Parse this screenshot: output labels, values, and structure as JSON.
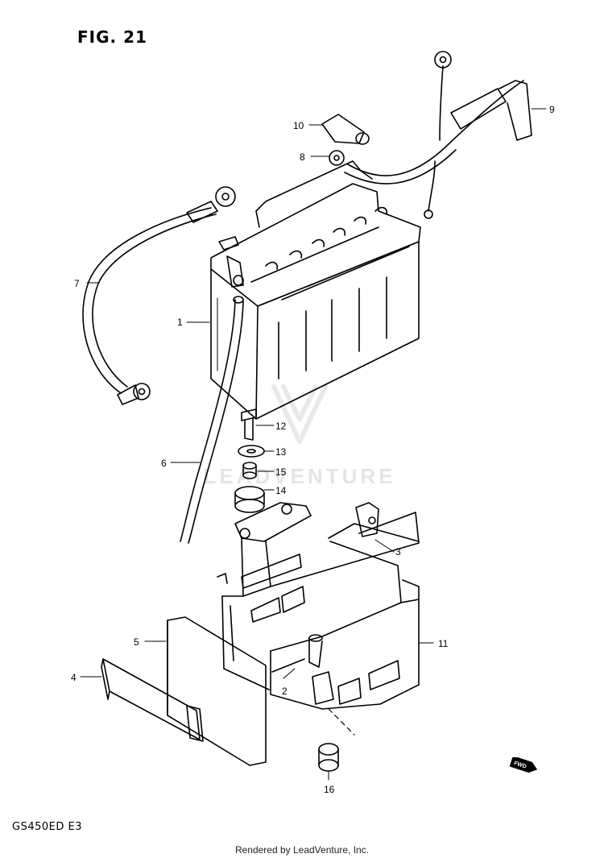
{
  "figure": {
    "title": "FIG. 21",
    "model": "GS450ED  E3",
    "footer": "Rendered by LeadVenture, Inc.",
    "watermark": "LEADVENTURE"
  },
  "fwd_label": "FWD",
  "callouts": [
    {
      "id": "1",
      "label": "1"
    },
    {
      "id": "2",
      "label": "2"
    },
    {
      "id": "3",
      "label": "3"
    },
    {
      "id": "4",
      "label": "4"
    },
    {
      "id": "5",
      "label": "5"
    },
    {
      "id": "6",
      "label": "6"
    },
    {
      "id": "7",
      "label": "7"
    },
    {
      "id": "8",
      "label": "8"
    },
    {
      "id": "9",
      "label": "9"
    },
    {
      "id": "10",
      "label": "10"
    },
    {
      "id": "11",
      "label": "11"
    },
    {
      "id": "12",
      "label": "12"
    },
    {
      "id": "13",
      "label": "13"
    },
    {
      "id": "14",
      "label": "14"
    },
    {
      "id": "15",
      "label": "15"
    },
    {
      "id": "16",
      "label": "16"
    }
  ]
}
